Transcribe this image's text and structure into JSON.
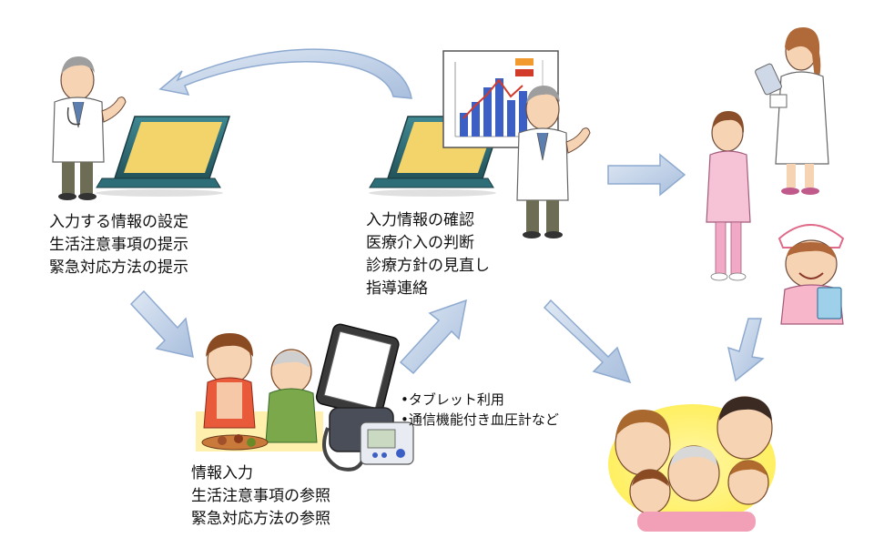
{
  "doctor_left": {
    "lines": [
      "入力する情報の設定",
      "生活注意事項の提示",
      "緊急対応方法の提示"
    ]
  },
  "doctor_center": {
    "lines": [
      "入力情報の確認",
      "医療介入の判断",
      "診療方針の見直し",
      "指導連絡"
    ]
  },
  "patient": {
    "lines": [
      "情報入力",
      "生活注意事項の参照",
      "緊急対応方法の参照"
    ]
  },
  "devices": {
    "notes": [
      "•タブレット利用",
      "•通信機能付き血圧計など"
    ]
  },
  "colors": {
    "arrow_fill": "#b8cce4",
    "arrow_stroke": "#8eaad0",
    "laptop_screen": "#f2d46b",
    "laptop_body": "#2e6e78"
  },
  "icons": [
    "doctor-icon",
    "laptop-icon",
    "chart-icon",
    "nurse-icon",
    "caregiver-icon",
    "family-icon",
    "tablet-icon",
    "blood-pressure-monitor-icon",
    "patient-couple-icon"
  ]
}
